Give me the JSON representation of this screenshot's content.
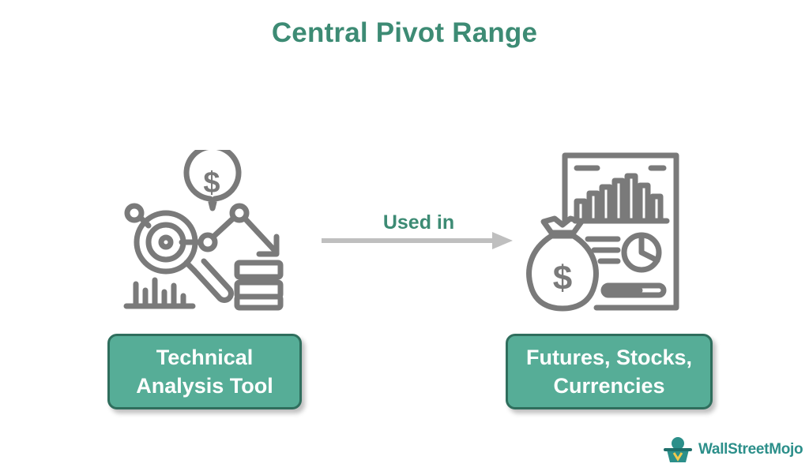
{
  "title": "Central Pivot Range",
  "left_node": {
    "icon": "analysis-chart-magnifier-icon",
    "label_line1": "Technical",
    "label_line2": "Analysis Tool"
  },
  "connector": {
    "label": "Used in"
  },
  "right_node": {
    "icon": "financial-report-money-bag-icon",
    "label_line1": "Futures, Stocks,",
    "label_line2": "Currencies"
  },
  "brand": {
    "name": "WallStreetMojo",
    "icon": "wallstreetmojo-logo-icon"
  },
  "colors": {
    "accent": "#3d8b74",
    "box_fill": "#56ad97",
    "box_border": "#2f6e5d",
    "icon_stroke": "#7a7a7a",
    "arrow": "#bfbfbf"
  }
}
